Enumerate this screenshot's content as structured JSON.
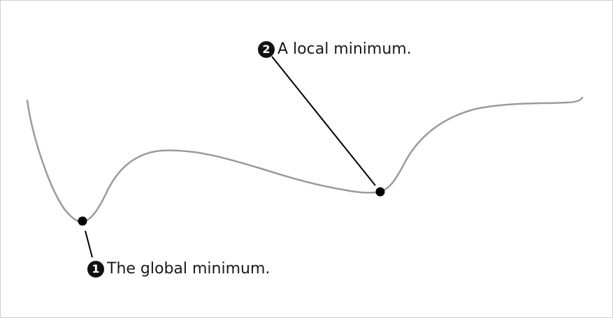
{
  "annotations": [
    {
      "number": "1",
      "text": "The global minimum."
    },
    {
      "number": "2",
      "text": "A local minimum."
    }
  ],
  "colors": {
    "curve": "#9a9a9a",
    "point": "#000000",
    "leader": "#000000",
    "text": "#1a1a1a"
  }
}
